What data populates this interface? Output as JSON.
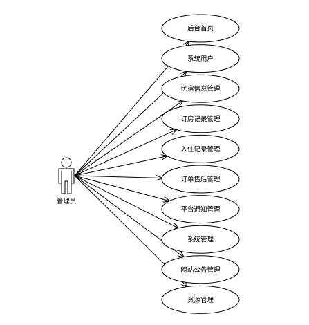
{
  "actor": {
    "label": "管理员"
  },
  "use_cases": [
    {
      "label": "后台首页"
    },
    {
      "label": "系统用户"
    },
    {
      "label": "民宿信息管理"
    },
    {
      "label": "订房记录管理"
    },
    {
      "label": "入住记录管理"
    },
    {
      "label": "订单售后管理"
    },
    {
      "label": "平台通知管理"
    },
    {
      "label": "系统管理"
    },
    {
      "label": "网站公告管理"
    },
    {
      "label": "资源管理"
    }
  ]
}
